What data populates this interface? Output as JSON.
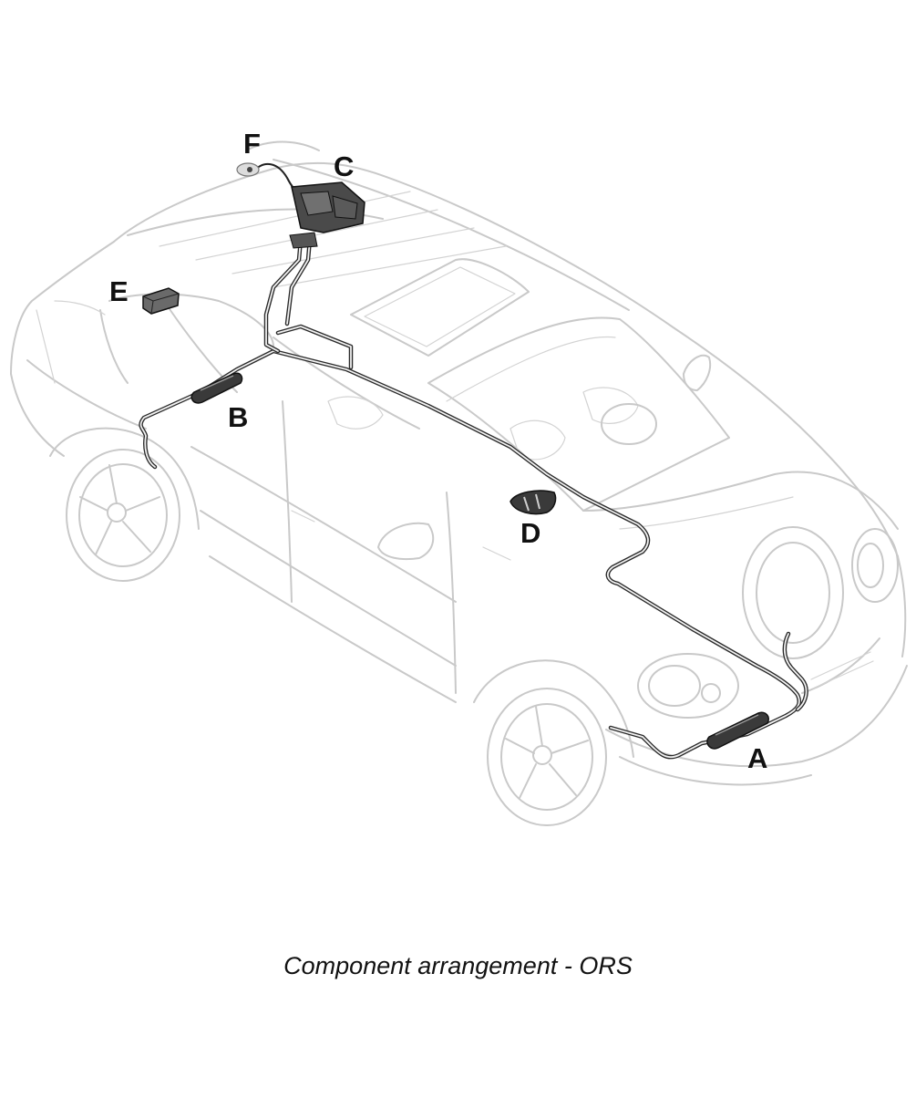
{
  "caption": "Component arrangement - ORS",
  "labels": {
    "a": "A",
    "b": "B",
    "c": "C",
    "d": "D",
    "e": "E",
    "f": "F"
  },
  "colors": {
    "car_outline": "#c9c9c9",
    "pipe": "#2a2a2a",
    "label_text": "#111111",
    "background": "#ffffff"
  }
}
